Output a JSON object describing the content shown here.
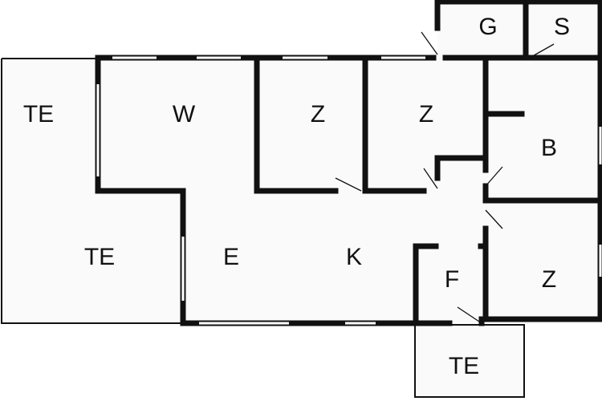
{
  "title": "Floor plan",
  "rooms": {
    "terrace_left_top": "TE",
    "terrace_left_bottom": "TE",
    "living": "W",
    "bedroom_1": "Z",
    "bedroom_2": "Z",
    "garage": "G",
    "storage": "S",
    "bathroom": "B",
    "dining": "E",
    "kitchen": "K",
    "hall": "F",
    "bedroom_3": "Z",
    "terrace_bottom": "TE"
  },
  "colors": {
    "wall": "#111111",
    "floor": "#fafafa",
    "background": "#ffffff"
  }
}
